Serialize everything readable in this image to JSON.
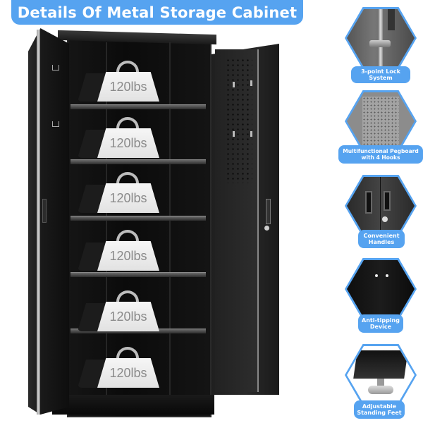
{
  "header": {
    "title": "Details Of Metal Storage Cabinet"
  },
  "colors": {
    "accent": "#56a3f0",
    "cabinet": "#111111",
    "weight": "#eeeeee"
  },
  "cabinet": {
    "shelves": [
      {
        "load_label": "120lbs"
      },
      {
        "load_label": "120lbs"
      },
      {
        "load_label": "120lbs"
      },
      {
        "load_label": "120lbs"
      },
      {
        "load_label": "120lbs"
      },
      {
        "load_label": "120lbs"
      }
    ]
  },
  "features": [
    {
      "icon": "lock-icon",
      "line1": "3-point Lock",
      "line2": "System"
    },
    {
      "icon": "pegboard-icon",
      "line1": "Multifunctional Pegboard",
      "line2": "with 4 Hooks"
    },
    {
      "icon": "handle-icon",
      "line1": "Convenient",
      "line2": "Handles"
    },
    {
      "icon": "anti-tip-icon",
      "line1": "Anti-tipping",
      "line2": "Device"
    },
    {
      "icon": "foot-icon",
      "line1": "Adjustable",
      "line2": "Standing Feet"
    }
  ]
}
